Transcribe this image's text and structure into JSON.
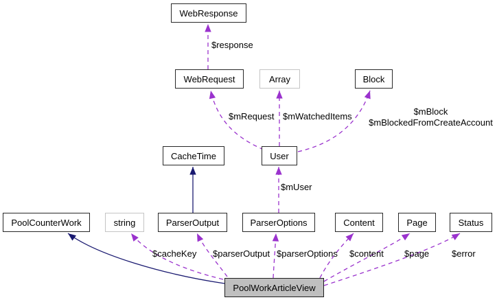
{
  "diagram": {
    "type": "collaboration-graph",
    "colors": {
      "dependency_edge": "#9a32cd",
      "inheritance_edge": "#191970",
      "node_border": "#272727",
      "external_node_border": "#c4c4c4",
      "node_fill": "#ffffff",
      "highlight_node_fill": "#bfbfbf",
      "text": "#000000",
      "background": "#ffffff"
    },
    "nodes": [
      {
        "label": "WebResponse"
      },
      {
        "label": "WebRequest"
      },
      {
        "label": "Array"
      },
      {
        "label": "Block"
      },
      {
        "label": "CacheTime"
      },
      {
        "label": "User"
      },
      {
        "label": "PoolCounterWork"
      },
      {
        "label": "string"
      },
      {
        "label": "ParserOutput"
      },
      {
        "label": "ParserOptions"
      },
      {
        "label": "Content"
      },
      {
        "label": "Page"
      },
      {
        "label": "Status"
      },
      {
        "label": "PoolWorkArticleView"
      }
    ],
    "edges": [
      {
        "from": "WebRequest",
        "to": "WebResponse",
        "type": "dependency",
        "label": "$response"
      },
      {
        "from": "User",
        "to": "WebRequest",
        "type": "dependency",
        "label": "$mRequest"
      },
      {
        "from": "User",
        "to": "Array",
        "type": "dependency",
        "label": "$mWatchedItems"
      },
      {
        "from": "User",
        "to": "Block",
        "type": "dependency",
        "label_lines": [
          "$mBlock",
          "$mBlockedFromCreateAccount"
        ]
      },
      {
        "from": "ParserOutput",
        "to": "CacheTime",
        "type": "inheritance",
        "label": ""
      },
      {
        "from": "ParserOptions",
        "to": "User",
        "type": "dependency",
        "label": "$mUser"
      },
      {
        "from": "PoolWorkArticleView",
        "to": "PoolCounterWork",
        "type": "inheritance",
        "label": ""
      },
      {
        "from": "PoolWorkArticleView",
        "to": "string",
        "type": "dependency",
        "label": "$cacheKey"
      },
      {
        "from": "PoolWorkArticleView",
        "to": "ParserOutput",
        "type": "dependency",
        "label": "$parserOutput"
      },
      {
        "from": "PoolWorkArticleView",
        "to": "ParserOptions",
        "type": "dependency",
        "label": "$parserOptions"
      },
      {
        "from": "PoolWorkArticleView",
        "to": "Content",
        "type": "dependency",
        "label": "$content"
      },
      {
        "from": "PoolWorkArticleView",
        "to": "Page",
        "type": "dependency",
        "label": "$page"
      },
      {
        "from": "PoolWorkArticleView",
        "to": "Status",
        "type": "dependency",
        "label": "$error"
      }
    ]
  }
}
